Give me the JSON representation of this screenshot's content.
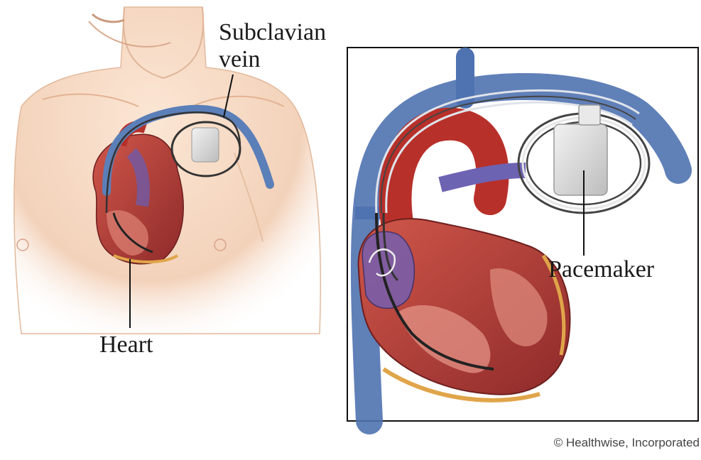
{
  "labels": {
    "subclavian_line1": "Subclavian",
    "subclavian_line2": "vein",
    "heart": "Heart",
    "pacemaker": "Pacemaker"
  },
  "credit": "© Healthwise, Incorporated",
  "colors": {
    "skin": "#f6dcc7",
    "skin_shadow": "#e9bea0",
    "heart_red": "#c0392b",
    "heart_dark": "#8e2a2a",
    "vein_blue": "#5b7fb8",
    "vessel_purple": "#6f5aa8",
    "pacemaker_gray": "#d6d6d6",
    "frame": "#111111"
  }
}
